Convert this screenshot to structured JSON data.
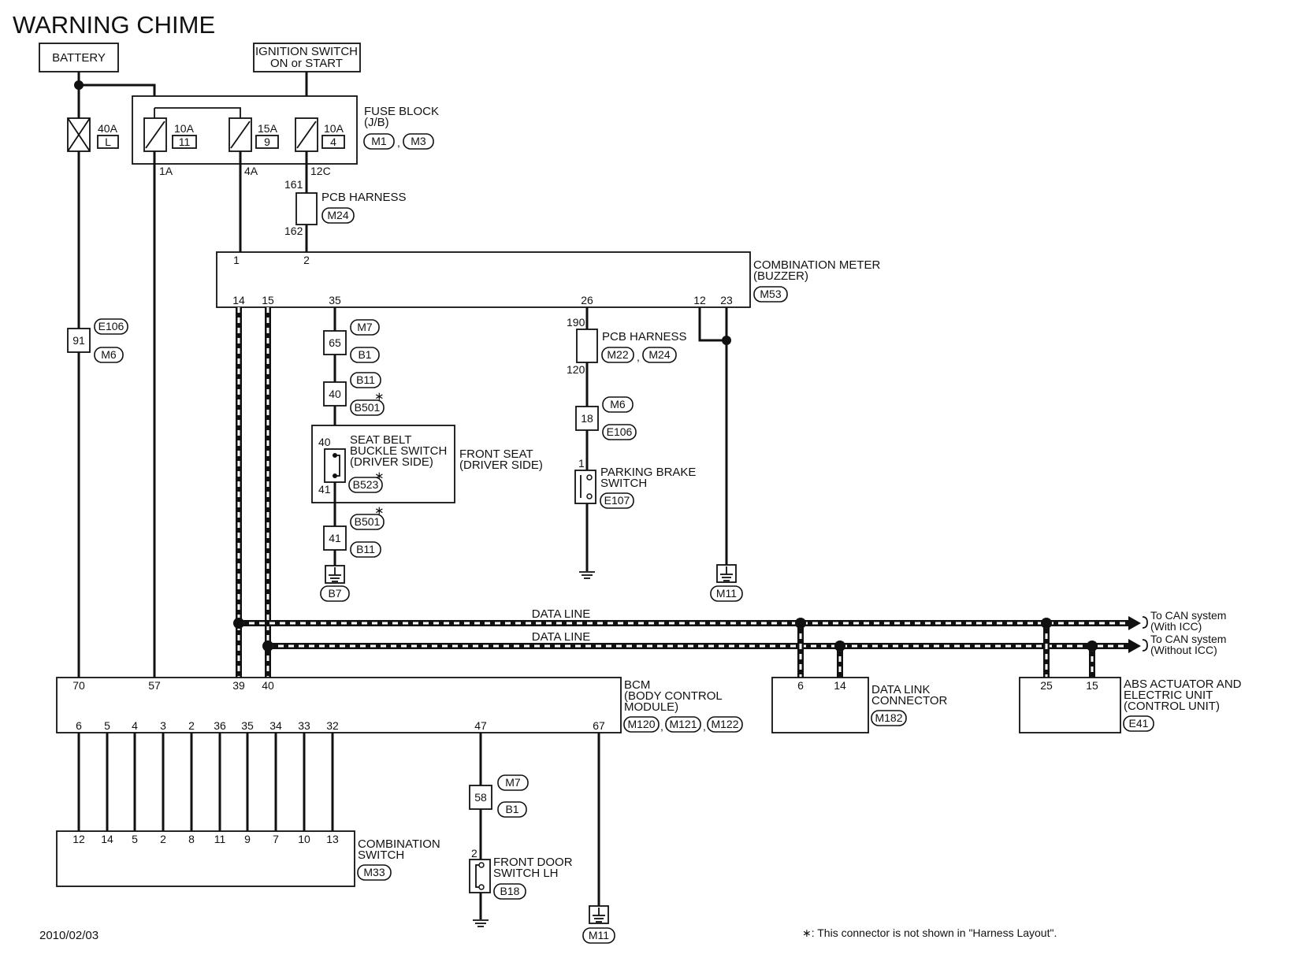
{
  "title": "WARNING CHIME",
  "date": "2010/02/03",
  "footnote": "∗: This connector is not shown in \"Harness Layout\".",
  "star": "∗",
  "battery": "BATTERY",
  "ignition": [
    "IGNITION SWITCH",
    "ON or START"
  ],
  "fuse_block": {
    "label": [
      "FUSE BLOCK",
      "(J/B)"
    ],
    "connectors": [
      "M1",
      "M3"
    ],
    "fuses": [
      {
        "amp": "10A",
        "num": "11",
        "pin": "1A"
      },
      {
        "amp": "15A",
        "num": "9",
        "pin": "4A"
      },
      {
        "amp": "10A",
        "num": "4",
        "pin": "12C"
      }
    ]
  },
  "fusible_link": {
    "amp": "40A",
    "num": "L"
  },
  "pcb_harness_top": {
    "label": "PCB HARNESS",
    "conn": "M24",
    "pin_in": "161",
    "pin_out": "162"
  },
  "combination_meter": {
    "label": [
      "COMBINATION METER",
      "(BUZZER)"
    ],
    "conn": "M53",
    "top_pins": [
      "1",
      "2"
    ],
    "bottom_pins": [
      "14",
      "15",
      "35",
      "26",
      "12",
      "23"
    ]
  },
  "e106_m6_left": {
    "pin": "91",
    "top": "E106",
    "bottom": "M6"
  },
  "seat_chain": {
    "j1": {
      "pin": "65",
      "top": "M7",
      "bottom": "B1"
    },
    "j2": {
      "pin": "40",
      "top": "B11",
      "bottom": "B501"
    },
    "switch": {
      "label": [
        "SEAT BELT",
        "BUCKLE SWITCH",
        "(DRIVER SIDE)"
      ],
      "conn": "B523",
      "pin_top": "40",
      "pin_bottom": "41"
    },
    "seat": [
      "FRONT SEAT",
      "(DRIVER SIDE)"
    ],
    "j3": {
      "pin": "41",
      "top": "B501",
      "bottom": "B11"
    },
    "ground": "B7"
  },
  "pcb_harness_mid": {
    "label": "PCB HARNESS",
    "conns": [
      "M22",
      "M24"
    ],
    "pin_in": "190",
    "pin_out": "120"
  },
  "m6_e106_mid": {
    "pin": "18",
    "top": "M6",
    "bottom": "E106"
  },
  "parking_brake": {
    "label": [
      "PARKING BRAKE",
      "SWITCH"
    ],
    "conn": "E107",
    "pin": "1"
  },
  "ground_meter": "M11",
  "data_line": "DATA LINE",
  "can_icc": [
    "To CAN system",
    "(With ICC)"
  ],
  "can_no_icc": [
    "To CAN system",
    "(Without ICC)"
  ],
  "bcm": {
    "label": [
      "BCM",
      "(BODY CONTROL",
      "MODULE)"
    ],
    "conns": [
      "M120",
      "M121",
      "M122"
    ],
    "top_pins": [
      "70",
      "57",
      "39",
      "40"
    ],
    "bottom_pins": [
      "6",
      "5",
      "4",
      "3",
      "2",
      "36",
      "35",
      "34",
      "33",
      "32",
      "47",
      "67"
    ]
  },
  "dlc": {
    "label": [
      "DATA LINK",
      "CONNECTOR"
    ],
    "conn": "M182",
    "pins": [
      "6",
      "14"
    ]
  },
  "abs": {
    "label": [
      "ABS ACTUATOR AND",
      "ELECTRIC UNIT",
      "(CONTROL UNIT)"
    ],
    "conn": "E41",
    "pins": [
      "25",
      "15"
    ]
  },
  "combination_switch": {
    "label": [
      "COMBINATION",
      "SWITCH"
    ],
    "conn": "M33",
    "pins": [
      "12",
      "14",
      "5",
      "2",
      "8",
      "11",
      "9",
      "7",
      "10",
      "13"
    ]
  },
  "door_chain": {
    "j": {
      "pin": "58",
      "top": "M7",
      "bottom": "B1"
    },
    "switch": {
      "label": [
        "FRONT DOOR",
        "SWITCH LH"
      ],
      "conn": "B18",
      "pin": "2"
    }
  },
  "ground_bcm": "M11"
}
